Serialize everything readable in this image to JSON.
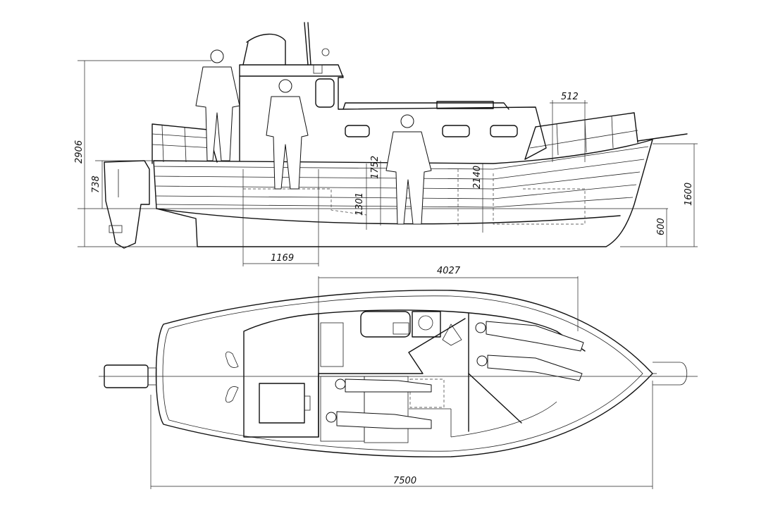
{
  "side_view": {
    "dimensions": {
      "overall_height": "2906",
      "outboard_height": "738",
      "cabin_headroom": "1752",
      "hull_depth": "1301",
      "interior_height": "2140",
      "bow_rail": "512",
      "bow_height": "1600",
      "draft": "600",
      "door_width": "1169"
    }
  },
  "plan_view": {
    "dimensions": {
      "cabin_length": "4027",
      "overall_length": "7500"
    }
  }
}
